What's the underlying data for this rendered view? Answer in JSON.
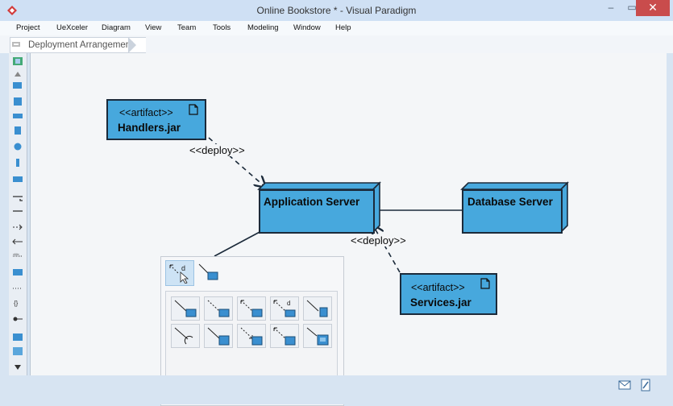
{
  "window": {
    "title": "Online Bookstore * - Visual Paradigm",
    "min": "–",
    "max": "▭",
    "close": "✕"
  },
  "menu": [
    "Project",
    "UeXceler",
    "Diagram",
    "View",
    "Team",
    "Tools",
    "Modeling",
    "Window",
    "Help"
  ],
  "breadcrumb": "Deployment Arrangement",
  "nodes": {
    "handlers": {
      "stereotype": "<<artifact>>",
      "name": "Handlers.jar"
    },
    "app_server": {
      "name": "Application Server"
    },
    "db_server": {
      "name": "Database Server"
    },
    "services": {
      "stereotype": "<<artifact>>",
      "name": "Services.jar"
    }
  },
  "edges": {
    "deploy_top": "<<deploy>>",
    "deploy_bottom": "<<deploy>>"
  },
  "popup": {
    "top_item_letter": "d",
    "tile_letter": "d"
  },
  "colors": {
    "node_fill": "#47a8dd",
    "node_border": "#1b2a3a",
    "close_button": "#c94c4c",
    "canvas": "#f4f6f8"
  }
}
